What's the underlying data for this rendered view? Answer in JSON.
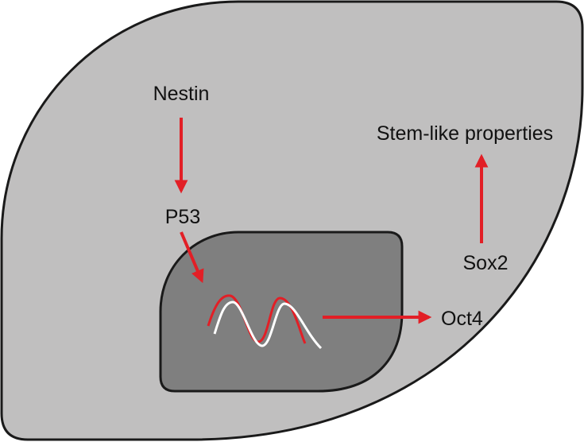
{
  "labels": {
    "nestin": "Nestin",
    "p53": "P53",
    "oct4": "Oct4",
    "sox2": "Sox2",
    "stem_like": "Stem-like properties"
  },
  "colors": {
    "cell_fill": "#c0bfbf",
    "nucleus_fill": "#7f7f7f",
    "outline": "#1a1a1a",
    "arrow": "#e21f26",
    "dna_red": "#e21f26",
    "dna_white": "#ffffff"
  }
}
